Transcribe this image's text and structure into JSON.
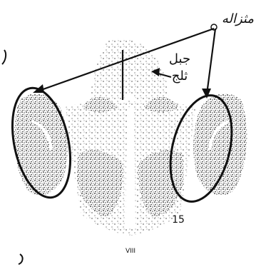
{
  "labels": {
    "top_right": "مثزاله",
    "center_line1": "جبل",
    "center_line2": "ثلج",
    "scale_marker": "15",
    "caption": "VIII"
  },
  "colors": {
    "ink": "#111111",
    "speckle": "#2a2a2a",
    "background": "#ffffff"
  }
}
